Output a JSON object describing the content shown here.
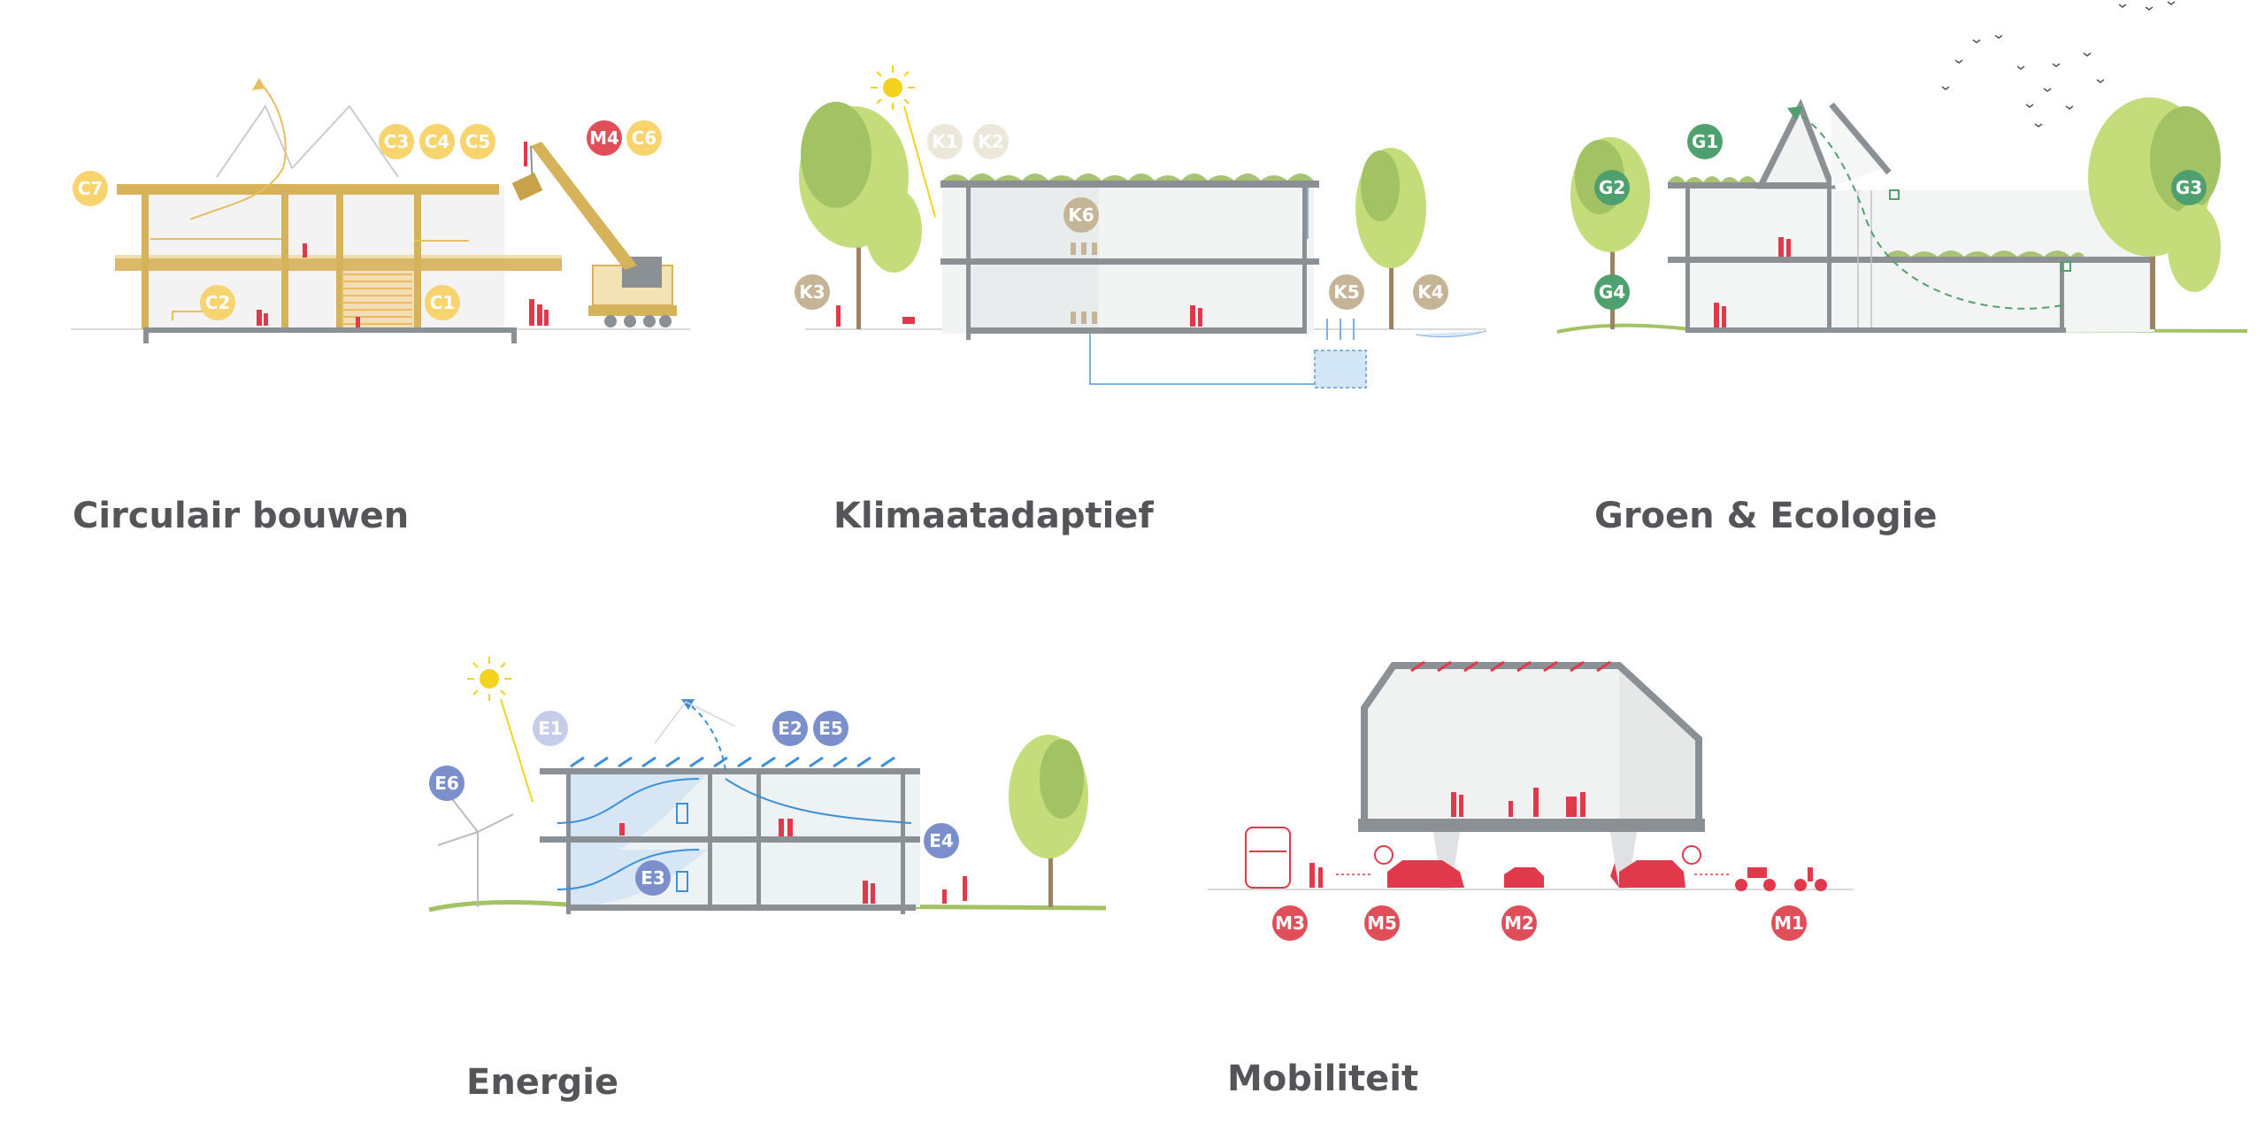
{
  "colors": {
    "circular": "#F7D46E",
    "circular_frame": "#D6B25A",
    "climate": "#C5B496",
    "climate_light": "#EDE6DA",
    "green": "#4FA06F",
    "energy": "#7A8FCB",
    "energy_light": "#C5CDE8",
    "mobility": "#E04E5A",
    "structure": "#8A9094",
    "tree_light": "#C4DD7A",
    "tree_dark": "#A2C263",
    "sun": "#F4D21E",
    "water": "#3D8FD8",
    "figure": "#E0394B",
    "title_text": "#555559"
  },
  "sections": {
    "circular": {
      "title": "Circulair bouwen",
      "badges": [
        {
          "id": "C7",
          "label": "C7"
        },
        {
          "id": "C3",
          "label": "C3"
        },
        {
          "id": "C4",
          "label": "C4"
        },
        {
          "id": "C5",
          "label": "C5"
        },
        {
          "id": "C2",
          "label": "C2"
        },
        {
          "id": "C1",
          "label": "C1"
        },
        {
          "id": "C6",
          "label": "C6"
        }
      ],
      "extra_badge": {
        "id": "M4",
        "label": "M4"
      }
    },
    "climate": {
      "title": "Klimaatadaptief",
      "badges": [
        {
          "id": "K1",
          "label": "K1"
        },
        {
          "id": "K2",
          "label": "K2"
        },
        {
          "id": "K6",
          "label": "K6"
        },
        {
          "id": "K3",
          "label": "K3"
        },
        {
          "id": "K5",
          "label": "K5"
        },
        {
          "id": "K4",
          "label": "K4"
        }
      ]
    },
    "green": {
      "title": "Groen & Ecologie",
      "badges": [
        {
          "id": "G1",
          "label": "G1"
        },
        {
          "id": "G2",
          "label": "G2"
        },
        {
          "id": "G4",
          "label": "G4"
        },
        {
          "id": "G3",
          "label": "G3"
        }
      ]
    },
    "energy": {
      "title": "Energie",
      "badges": [
        {
          "id": "E1",
          "label": "E1"
        },
        {
          "id": "E2",
          "label": "E2"
        },
        {
          "id": "E5",
          "label": "E5"
        },
        {
          "id": "E6",
          "label": "E6"
        },
        {
          "id": "E4",
          "label": "E4"
        },
        {
          "id": "E3",
          "label": "E3"
        }
      ]
    },
    "mobility": {
      "title": "Mobiliteit",
      "badges": [
        {
          "id": "M3",
          "label": "M3"
        },
        {
          "id": "M5",
          "label": "M5"
        },
        {
          "id": "M2",
          "label": "M2"
        },
        {
          "id": "M1",
          "label": "M1"
        }
      ]
    }
  }
}
